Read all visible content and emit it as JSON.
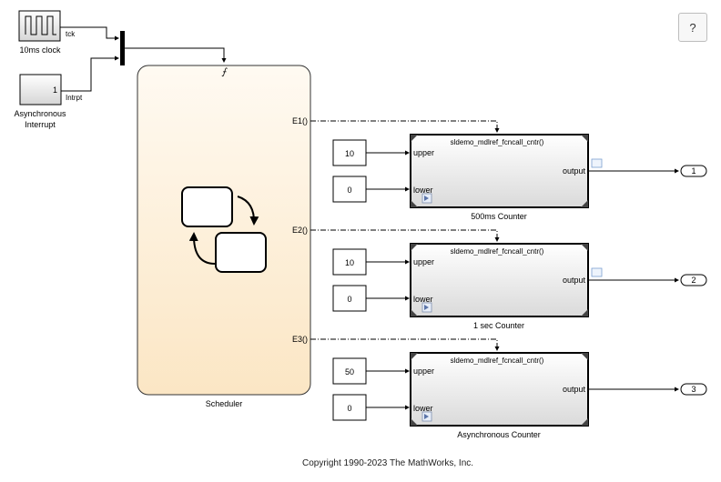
{
  "help_button": {
    "label": "?"
  },
  "source": {
    "clock_label": "10ms clock",
    "clock_port_label": "tck",
    "interrupt_value": "1",
    "interrupt_label_line1": "Asynchronous",
    "interrupt_label_line2": "Interrupt",
    "interrupt_port_label": "Intrpt"
  },
  "scheduler": {
    "label": "Scheduler",
    "outputs": [
      "E1()",
      "E2()",
      "E3()"
    ]
  },
  "counters": [
    {
      "model": "sldemo_mdlref_fcncall_cntr()",
      "label": "500ms Counter",
      "upper_value": "10",
      "lower_value": "0",
      "in_upper": "upper",
      "in_lower": "lower",
      "out_port": "output",
      "outport_number": "1"
    },
    {
      "model": "sldemo_mdlref_fcncall_cntr()",
      "label": "1 sec Counter",
      "upper_value": "10",
      "lower_value": "0",
      "in_upper": "upper",
      "in_lower": "lower",
      "out_port": "output",
      "outport_number": "2"
    },
    {
      "model": "sldemo_mdlref_fcncall_cntr()",
      "label": "Asynchronous Counter",
      "upper_value": "50",
      "lower_value": "0",
      "in_upper": "upper",
      "in_lower": "lower",
      "out_port": "output",
      "outport_number": "3"
    }
  ],
  "copyright": "Copyright 1990-2023 The MathWorks, Inc."
}
